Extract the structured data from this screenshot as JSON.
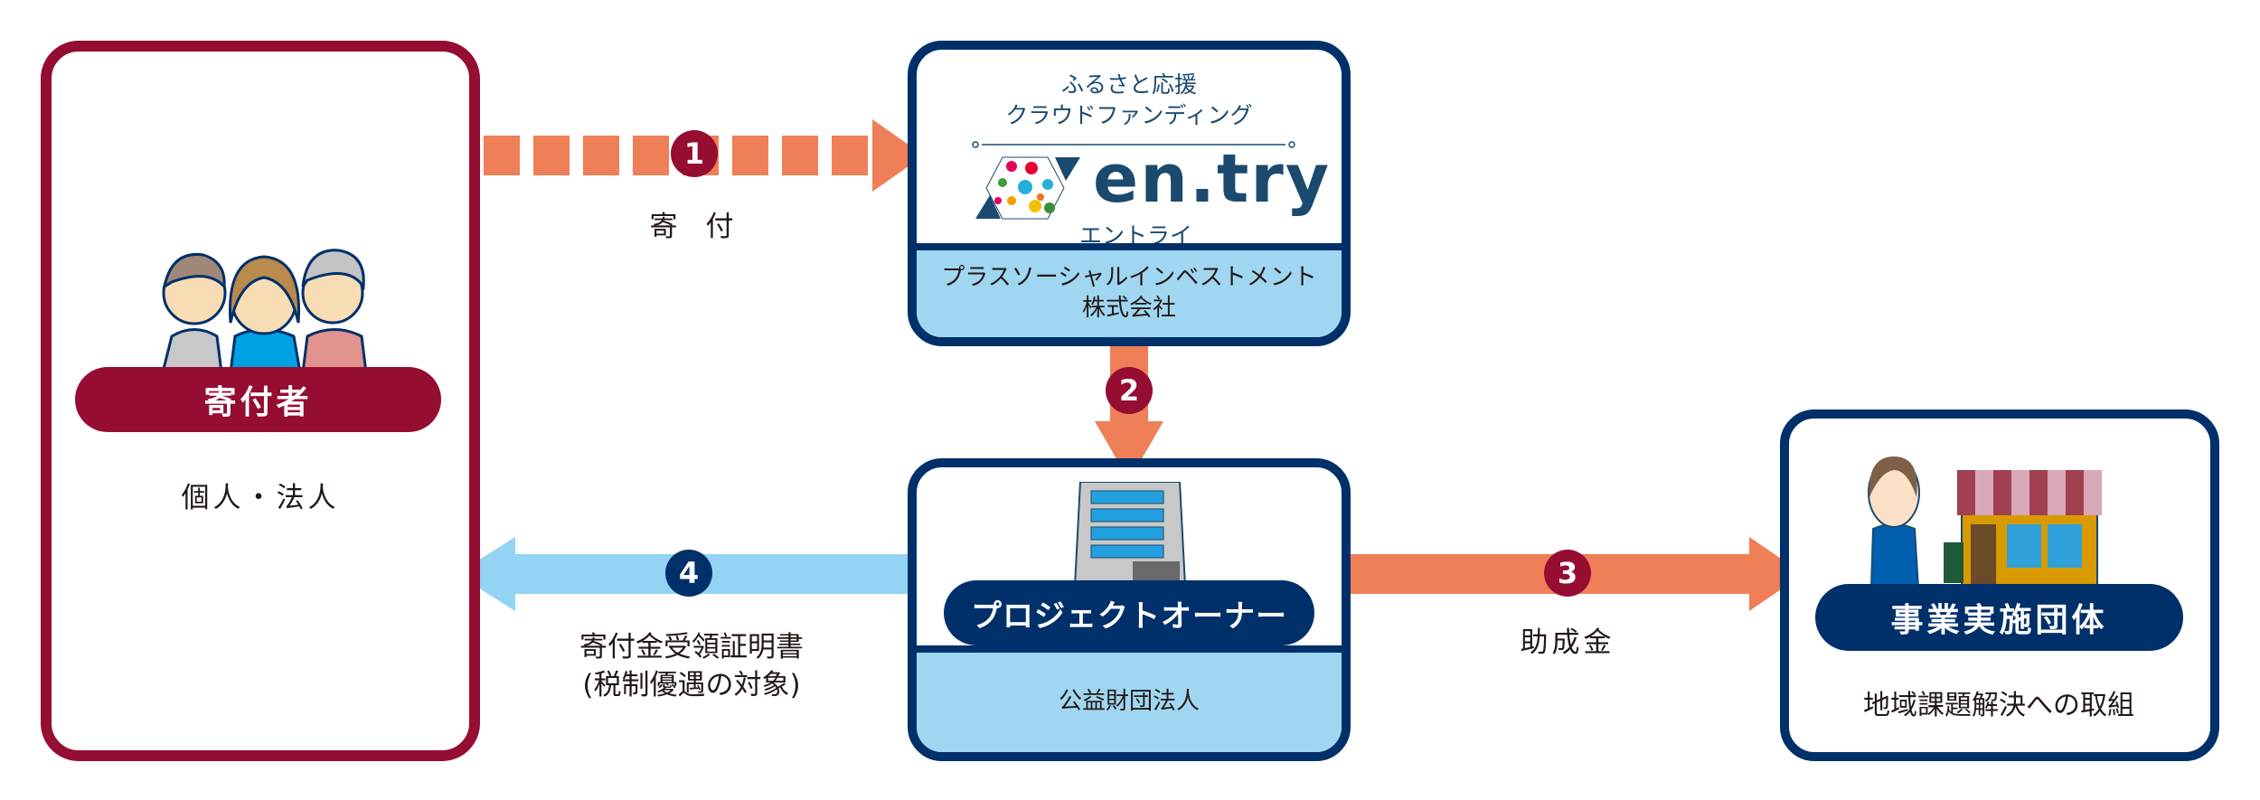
{
  "colors": {
    "donor": "#960d32",
    "navy": "#00306a",
    "orange": "#ee7f57",
    "light_blue": "#93d3f3",
    "band": "#9fd7f2",
    "logo_navy": "#1b4a6e"
  },
  "donor": {
    "title": "寄付者",
    "subtitle": "個人・法人",
    "icon": "people-illustration"
  },
  "platform": {
    "tagline_line1": "ふるさと応援",
    "tagline_line2": "クラウドファンディング",
    "logo": "en.try",
    "logo_kana": "エントライ",
    "company_line1": "プラスソーシャルインベストメント",
    "company_line2": "株式会社"
  },
  "owner": {
    "title": "プロジェクトオーナー",
    "subtitle": "公益財団法人",
    "icon": "office-building-illustration"
  },
  "implementer": {
    "title": "事業実施団体",
    "subtitle": "地域課題解決への取組",
    "icon": "shopkeeper-illustration"
  },
  "flows": [
    {
      "number": "1",
      "label": "寄　付"
    },
    {
      "number": "2",
      "label": ""
    },
    {
      "number": "3",
      "label": "助成金"
    },
    {
      "number": "4",
      "label_line1": "寄付金受領証明書",
      "label_line2": "(税制優遇の対象)"
    }
  ]
}
